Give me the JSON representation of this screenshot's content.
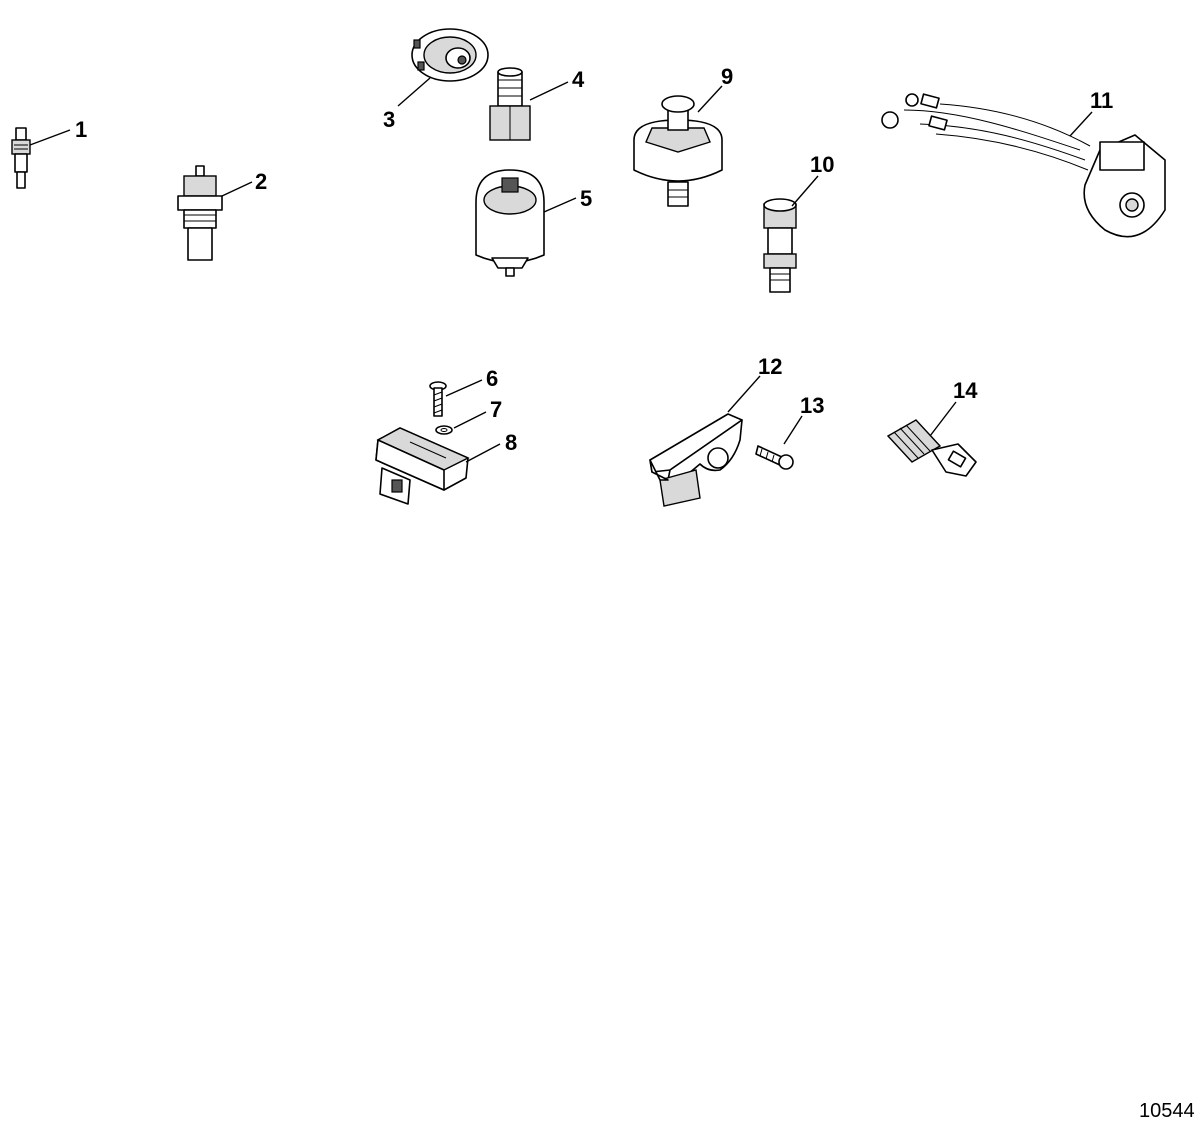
{
  "callouts": [
    "1",
    "2",
    "3",
    "4",
    "5",
    "6",
    "7",
    "8",
    "9",
    "10",
    "11",
    "12",
    "13",
    "14"
  ],
  "figure_id": "10544"
}
